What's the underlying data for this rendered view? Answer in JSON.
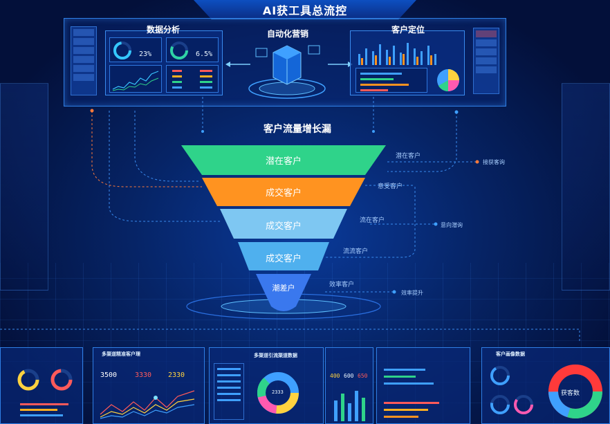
{
  "header": {
    "title": "AI获工具总流控"
  },
  "top": {
    "left_panel_title": "数据分析",
    "center_title": "自动化营销",
    "right_panel_title": "客户定位",
    "left_stat_1": "23%",
    "left_stat_2": "6.5%"
  },
  "funnel": {
    "title": "客户流量增长漏",
    "stages": [
      {
        "label": "潜在客户",
        "color": "#2fd38a",
        "side_label": "潜在客户"
      },
      {
        "label": "成交客户",
        "color": "#ff9320",
        "side_label": "意受客户"
      },
      {
        "label": "成交客户",
        "color": "#7ec7f2",
        "side_label": "流在客户"
      },
      {
        "label": "成交客户",
        "color": "#4fb0ee",
        "side_label": "流流客户"
      },
      {
        "label": "潮差户",
        "color": "#3a78ee",
        "side_label": "效率客户"
      }
    ],
    "right_nodes": [
      "接获客询",
      "意向潜询",
      "效率提升"
    ]
  },
  "bottom": {
    "center_title": "多渠道引流渠道数据",
    "left_title": "多渠道精准客户理",
    "right_title": "客户画像数据",
    "stats": [
      "3500",
      "3330",
      "2330"
    ],
    "stats2": [
      "400",
      "600",
      "650"
    ],
    "donut_center": "2333",
    "right_donut_label": "获客数"
  },
  "colors": {
    "accent": "#3fa0ff",
    "green": "#2fd38a",
    "orange": "#ff9320"
  }
}
